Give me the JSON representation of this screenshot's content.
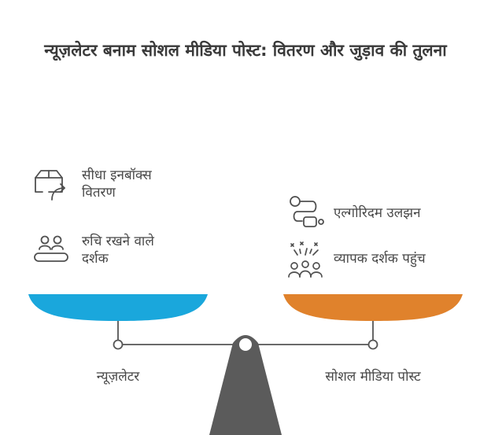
{
  "title": "न्यूज़लेटर बनाम सोशल मीडिया पोस्ट: वितरण और जुड़ाव की तुलना",
  "left": {
    "pan_label": "न्यूज़लेटर",
    "pan_color": "#1aa7dc",
    "features": [
      {
        "icon": "inbox-delivery-icon",
        "text": "सीधा इनबॉक्स वितरण"
      },
      {
        "icon": "interested-audience-icon",
        "text": "रुचि रखने वाले दर्शक"
      }
    ]
  },
  "right": {
    "pan_label": "सोशल मीडिया पोस्ट",
    "pan_color": "#e0822c",
    "features": [
      {
        "icon": "algorithm-flow-icon",
        "text": "एल्गोरिदम उलझन"
      },
      {
        "icon": "broad-audience-icon",
        "text": "व्यापक दर्शक पहुंच"
      }
    ]
  },
  "colors": {
    "beam": "#555555",
    "fulcrum": "#5b5b5b"
  }
}
